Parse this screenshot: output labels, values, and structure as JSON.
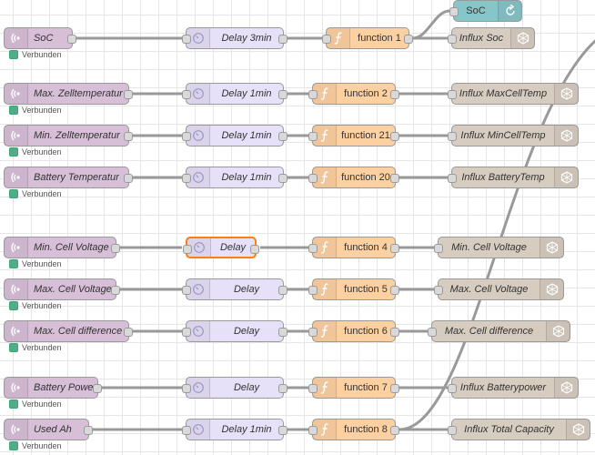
{
  "status_text": "Verbunden",
  "colors": {
    "mqtt": "#d8bfd8",
    "delay": "#e6e0f8",
    "function": "#fdd0a2",
    "influx": "#d7ccc0",
    "debug": "#87c5c9",
    "status_connected": "#5aa988",
    "selection": "#ff7f0e"
  },
  "icons": {
    "mqtt": "wireless-signal-icon",
    "delay": "timer-icon",
    "function": "function-f-icon",
    "influx": "influxdb-icon",
    "debug": "debug-icon"
  },
  "flows": [
    {
      "mqtt": "SoC",
      "delay": "Delay 3min",
      "function": "function 1",
      "influx": "Influx Soc"
    },
    {
      "mqtt": "Max. Zelltemperatur",
      "delay": "Delay 1min",
      "function": "function 2",
      "influx": "Influx MaxCellTemp"
    },
    {
      "mqtt": "Min. Zelltemperatur",
      "delay": "Delay 1min",
      "function": "function 21",
      "influx": "Influx MinCellTemp"
    },
    {
      "mqtt": "Battery Temperatur",
      "delay": "Delay 1min",
      "function": "function 20",
      "influx": "Influx BatteryTemp"
    },
    {
      "mqtt": "Min. Cell Voltage",
      "delay": "Delay",
      "function": "function 4",
      "influx": "Min. Cell Voltage"
    },
    {
      "mqtt": "Max. Cell Voltage",
      "delay": "Delay",
      "function": "function 5",
      "influx": "Max. Cell Voltage"
    },
    {
      "mqtt": "Max. Cell difference",
      "delay": "Delay",
      "function": "function 6",
      "influx": "Max. Cell difference"
    },
    {
      "mqtt": "Battery Power",
      "delay": "Delay",
      "function": "function 7",
      "influx": "Influx Batterypower"
    },
    {
      "mqtt": "Used Ah",
      "delay": "Delay 1min",
      "function": "function 8",
      "influx": "Influx Total Capacity"
    }
  ],
  "debug_node": {
    "label": "SoC"
  }
}
